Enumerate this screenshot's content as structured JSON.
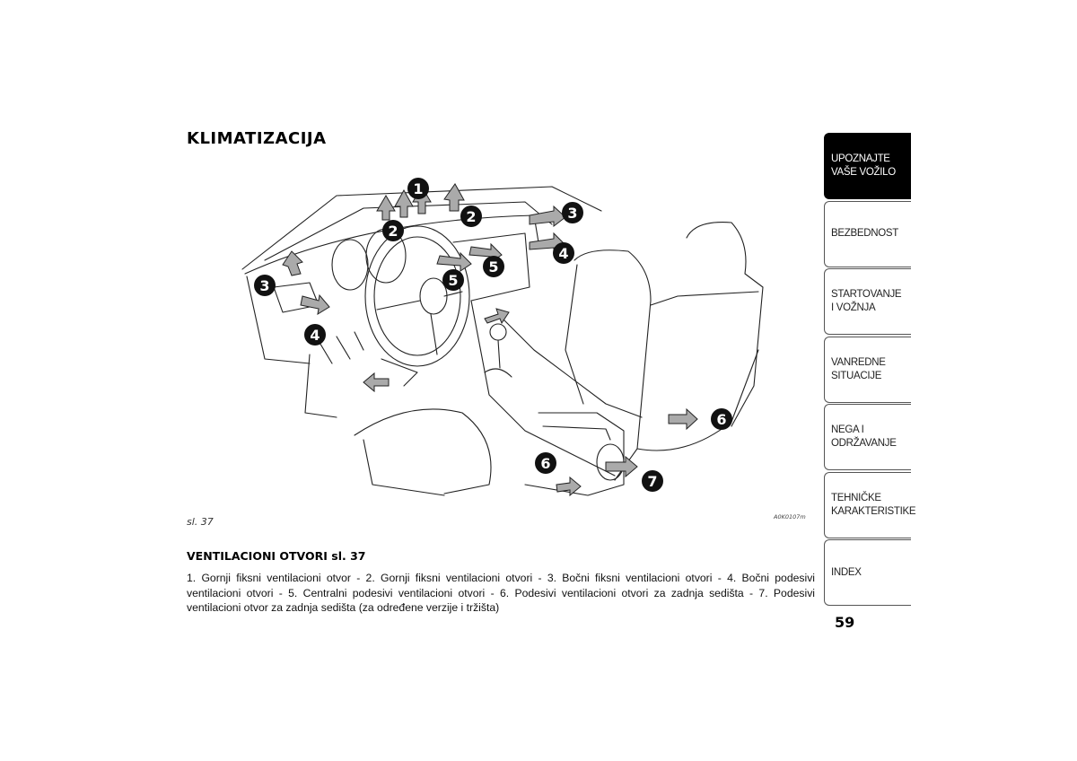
{
  "section_title": "KLIMATIZACIJA",
  "figure": {
    "caption": "sl. 37",
    "image_code": "A0K0107m",
    "callouts": [
      "1",
      "2",
      "2",
      "3",
      "3",
      "4",
      "4",
      "5",
      "5",
      "6",
      "6",
      "7"
    ]
  },
  "subheading": "VENTILACIONI OTVORI sl. 37",
  "body_text": "1. Gornji fiksni ventilacioni otvor - 2. Gornji fiksni ventilacioni otvori - 3. Bočni fiksni ventilacioni otvori - 4. Bočni podesivi ventilacioni otvori - 5. Centralni podesivi ventilacioni otvori - 6. Podesivi ventilacioni otvori za zadnja sedišta - 7. Podesivi ventilacioni otvor za zadnja sedišta (za određene verzije i tržišta)",
  "nav": {
    "tabs": [
      {
        "label": "UPOZNAJTE\nVAŠE VOŽILO",
        "active": true
      },
      {
        "label": "BEZBEDNOST",
        "active": false
      },
      {
        "label": "STARTOVANJE\nI VOŽNJA",
        "active": false
      },
      {
        "label": "VANREDNE\nSITUACIJE",
        "active": false
      },
      {
        "label": "NEGA I\nODRŽAVANJE",
        "active": false
      },
      {
        "label": "TEHNIČKE\nKARAKTERISTIKE",
        "active": false
      },
      {
        "label": "INDEX",
        "active": false
      }
    ]
  },
  "page_number": "59"
}
